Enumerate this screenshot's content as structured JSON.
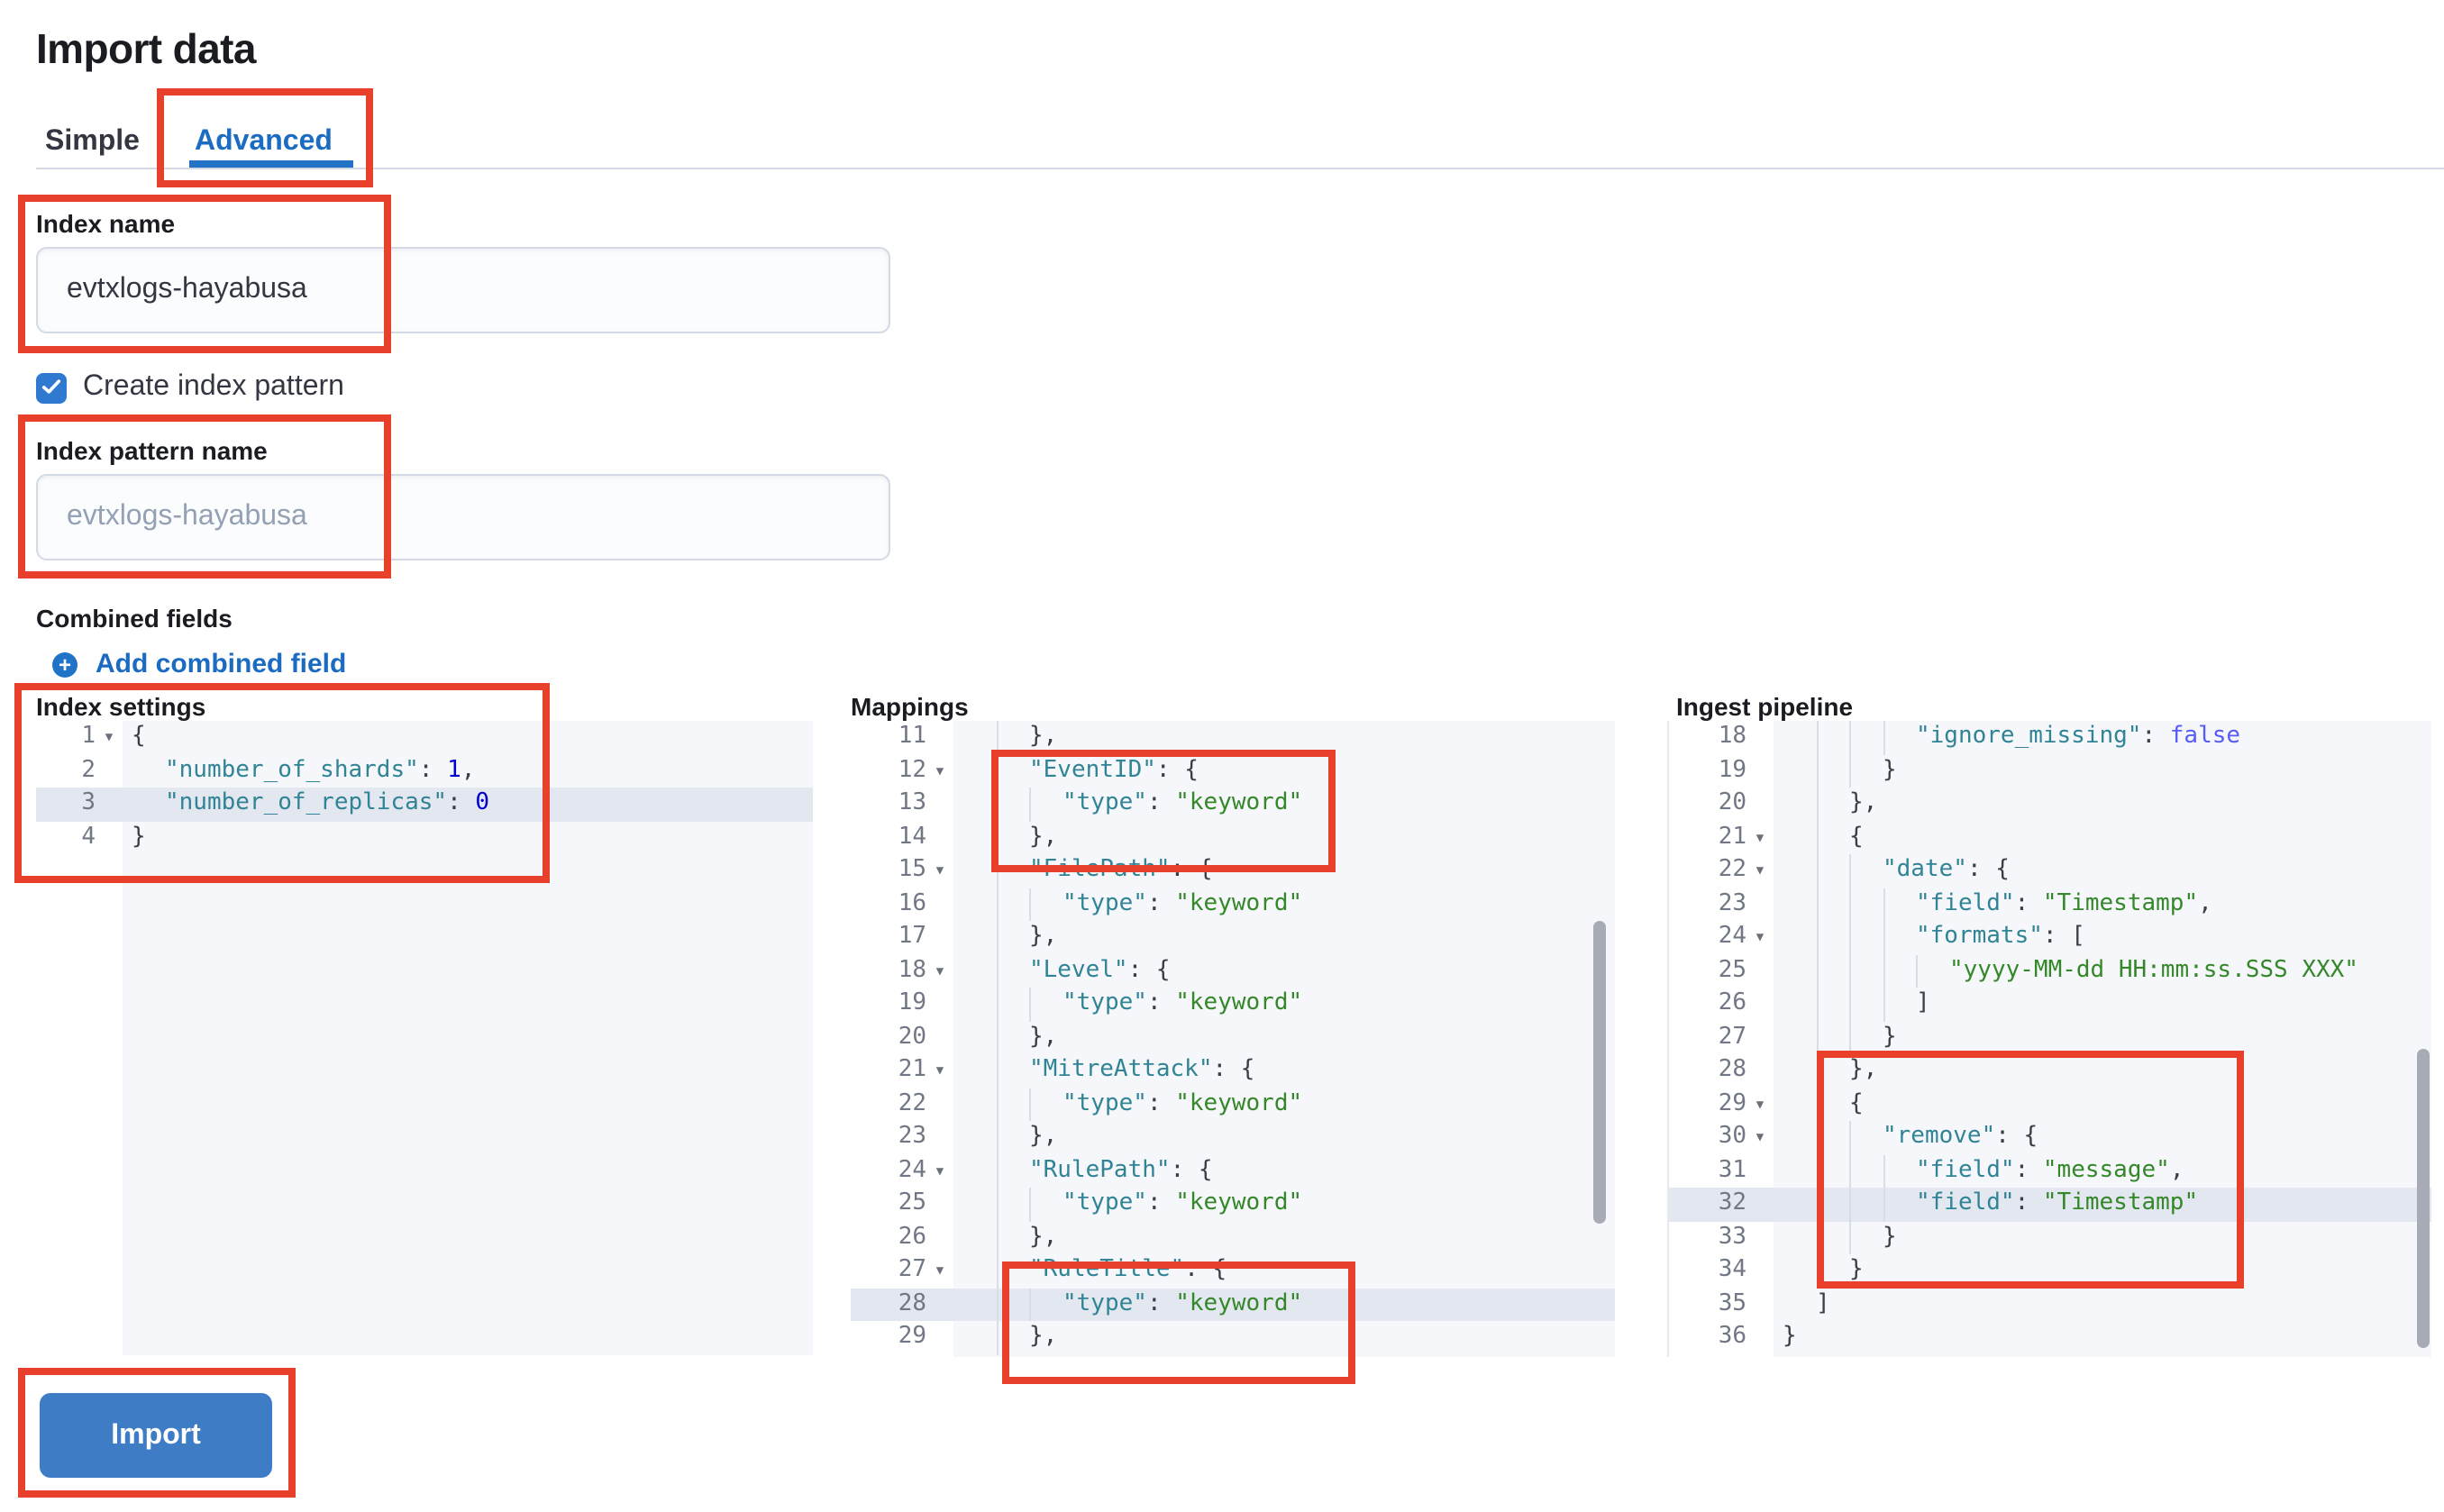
{
  "page": {
    "title": "Import data"
  },
  "tabs": [
    {
      "label": "Simple",
      "active": false
    },
    {
      "label": "Advanced",
      "active": true
    }
  ],
  "form": {
    "index_name": {
      "label": "Index name",
      "value": "evtxlogs-hayabusa"
    },
    "create_index_pattern": {
      "label": "Create index pattern",
      "checked": true
    },
    "index_pattern_name": {
      "label": "Index pattern name",
      "placeholder": "evtxlogs-hayabusa",
      "value": ""
    },
    "combined_fields": {
      "label": "Combined fields",
      "add_link_label": "Add combined field"
    }
  },
  "import_button": {
    "label": "Import"
  },
  "colors": {
    "accent_blue": "#1c6cc2",
    "button_blue": "#3e7dc6",
    "checkbox_blue": "#3079d0",
    "annotation_red": "#e8402b",
    "editor_bg": "#f5f7fa",
    "active_line_bg": "#e2e7f0",
    "syntax_key": "#318495",
    "syntax_string": "#35882a",
    "syntax_number": "#0000cd",
    "syntax_boolean": "#585cf6"
  },
  "icons": [
    "check-icon",
    "plus-icon",
    "fold-arrow-icon"
  ],
  "editors": [
    {
      "label": "Index settings",
      "lines": [
        {
          "n": "1",
          "fold": true,
          "ind": 0,
          "hl": false,
          "tok": [
            [
              "p",
              "{"
            ]
          ]
        },
        {
          "n": "2",
          "fold": false,
          "ind": 1,
          "hl": false,
          "tok": [
            [
              "k",
              "\"number_of_shards\""
            ],
            [
              "p",
              ": "
            ],
            [
              "n",
              "1"
            ],
            [
              "p",
              ","
            ]
          ]
        },
        {
          "n": "3",
          "fold": false,
          "ind": 1,
          "hl": true,
          "tok": [
            [
              "k",
              "\"number_of_replicas\""
            ],
            [
              "p",
              ": "
            ],
            [
              "n",
              "0"
            ]
          ]
        },
        {
          "n": "4",
          "fold": false,
          "ind": 0,
          "hl": false,
          "tok": [
            [
              "p",
              "}"
            ]
          ]
        }
      ]
    },
    {
      "label": "Mappings",
      "lines": [
        {
          "n": "11",
          "fold": false,
          "ind": 2,
          "hl": false,
          "tok": [
            [
              "p",
              "},"
            ]
          ]
        },
        {
          "n": "12",
          "fold": true,
          "ind": 2,
          "hl": false,
          "tok": [
            [
              "k",
              "\"EventID\""
            ],
            [
              "p",
              ": {"
            ]
          ]
        },
        {
          "n": "13",
          "fold": false,
          "ind": 3,
          "hl": false,
          "tok": [
            [
              "k",
              "\"type\""
            ],
            [
              "p",
              ": "
            ],
            [
              "s",
              "\"keyword\""
            ]
          ]
        },
        {
          "n": "14",
          "fold": false,
          "ind": 2,
          "hl": false,
          "tok": [
            [
              "p",
              "},"
            ]
          ]
        },
        {
          "n": "15",
          "fold": true,
          "ind": 2,
          "hl": false,
          "tok": [
            [
              "k",
              "\"FilePath\""
            ],
            [
              "p",
              ": {"
            ]
          ]
        },
        {
          "n": "16",
          "fold": false,
          "ind": 3,
          "hl": false,
          "tok": [
            [
              "k",
              "\"type\""
            ],
            [
              "p",
              ": "
            ],
            [
              "s",
              "\"keyword\""
            ]
          ]
        },
        {
          "n": "17",
          "fold": false,
          "ind": 2,
          "hl": false,
          "tok": [
            [
              "p",
              "},"
            ]
          ]
        },
        {
          "n": "18",
          "fold": true,
          "ind": 2,
          "hl": false,
          "tok": [
            [
              "k",
              "\"Level\""
            ],
            [
              "p",
              ": {"
            ]
          ]
        },
        {
          "n": "19",
          "fold": false,
          "ind": 3,
          "hl": false,
          "tok": [
            [
              "k",
              "\"type\""
            ],
            [
              "p",
              ": "
            ],
            [
              "s",
              "\"keyword\""
            ]
          ]
        },
        {
          "n": "20",
          "fold": false,
          "ind": 2,
          "hl": false,
          "tok": [
            [
              "p",
              "},"
            ]
          ]
        },
        {
          "n": "21",
          "fold": true,
          "ind": 2,
          "hl": false,
          "tok": [
            [
              "k",
              "\"MitreAttack\""
            ],
            [
              "p",
              ": {"
            ]
          ]
        },
        {
          "n": "22",
          "fold": false,
          "ind": 3,
          "hl": false,
          "tok": [
            [
              "k",
              "\"type\""
            ],
            [
              "p",
              ": "
            ],
            [
              "s",
              "\"keyword\""
            ]
          ]
        },
        {
          "n": "23",
          "fold": false,
          "ind": 2,
          "hl": false,
          "tok": [
            [
              "p",
              "},"
            ]
          ]
        },
        {
          "n": "24",
          "fold": true,
          "ind": 2,
          "hl": false,
          "tok": [
            [
              "k",
              "\"RulePath\""
            ],
            [
              "p",
              ": {"
            ]
          ]
        },
        {
          "n": "25",
          "fold": false,
          "ind": 3,
          "hl": false,
          "tok": [
            [
              "k",
              "\"type\""
            ],
            [
              "p",
              ": "
            ],
            [
              "s",
              "\"keyword\""
            ]
          ]
        },
        {
          "n": "26",
          "fold": false,
          "ind": 2,
          "hl": false,
          "tok": [
            [
              "p",
              "},"
            ]
          ]
        },
        {
          "n": "27",
          "fold": true,
          "ind": 2,
          "hl": false,
          "tok": [
            [
              "k",
              "\"RuleTitle\""
            ],
            [
              "p",
              ": {"
            ]
          ]
        },
        {
          "n": "28",
          "fold": false,
          "ind": 3,
          "hl": true,
          "tok": [
            [
              "k",
              "\"type\""
            ],
            [
              "p",
              ": "
            ],
            [
              "s",
              "\"keyword\""
            ]
          ]
        },
        {
          "n": "29",
          "fold": false,
          "ind": 2,
          "hl": false,
          "tok": [
            [
              "p",
              "},"
            ]
          ]
        }
      ]
    },
    {
      "label": "Ingest pipeline",
      "lines": [
        {
          "n": "18",
          "fold": false,
          "ind": 4,
          "hl": false,
          "tok": [
            [
              "k",
              "\"ignore_missing\""
            ],
            [
              "p",
              ": "
            ],
            [
              "b",
              "false"
            ]
          ]
        },
        {
          "n": "19",
          "fold": false,
          "ind": 3,
          "hl": false,
          "tok": [
            [
              "p",
              "}"
            ]
          ]
        },
        {
          "n": "20",
          "fold": false,
          "ind": 2,
          "hl": false,
          "tok": [
            [
              "p",
              "},"
            ]
          ]
        },
        {
          "n": "21",
          "fold": true,
          "ind": 2,
          "hl": false,
          "tok": [
            [
              "p",
              "{"
            ]
          ]
        },
        {
          "n": "22",
          "fold": true,
          "ind": 3,
          "hl": false,
          "tok": [
            [
              "k",
              "\"date\""
            ],
            [
              "p",
              ": {"
            ]
          ]
        },
        {
          "n": "23",
          "fold": false,
          "ind": 4,
          "hl": false,
          "tok": [
            [
              "k",
              "\"field\""
            ],
            [
              "p",
              ": "
            ],
            [
              "s",
              "\"Timestamp\""
            ],
            [
              "p",
              ","
            ]
          ]
        },
        {
          "n": "24",
          "fold": true,
          "ind": 4,
          "hl": false,
          "tok": [
            [
              "k",
              "\"formats\""
            ],
            [
              "p",
              ": ["
            ]
          ]
        },
        {
          "n": "25",
          "fold": false,
          "ind": 5,
          "hl": false,
          "tok": [
            [
              "s",
              "\"yyyy-MM-dd HH:mm:ss.SSS XXX\""
            ]
          ]
        },
        {
          "n": "26",
          "fold": false,
          "ind": 4,
          "hl": false,
          "tok": [
            [
              "p",
              "]"
            ]
          ]
        },
        {
          "n": "27",
          "fold": false,
          "ind": 3,
          "hl": false,
          "tok": [
            [
              "p",
              "}"
            ]
          ]
        },
        {
          "n": "28",
          "fold": false,
          "ind": 2,
          "hl": false,
          "tok": [
            [
              "p",
              "},"
            ]
          ]
        },
        {
          "n": "29",
          "fold": true,
          "ind": 2,
          "hl": false,
          "tok": [
            [
              "p",
              "{"
            ]
          ]
        },
        {
          "n": "30",
          "fold": true,
          "ind": 3,
          "hl": false,
          "tok": [
            [
              "k",
              "\"remove\""
            ],
            [
              "p",
              ": {"
            ]
          ]
        },
        {
          "n": "31",
          "fold": false,
          "ind": 4,
          "hl": false,
          "tok": [
            [
              "k",
              "\"field\""
            ],
            [
              "p",
              ": "
            ],
            [
              "s",
              "\"message\""
            ],
            [
              "p",
              ","
            ]
          ]
        },
        {
          "n": "32",
          "fold": false,
          "ind": 4,
          "hl": true,
          "tok": [
            [
              "k",
              "\"field\""
            ],
            [
              "p",
              ": "
            ],
            [
              "s",
              "\"Timestamp\""
            ]
          ]
        },
        {
          "n": "33",
          "fold": false,
          "ind": 3,
          "hl": false,
          "tok": [
            [
              "p",
              "}"
            ]
          ]
        },
        {
          "n": "34",
          "fold": false,
          "ind": 2,
          "hl": false,
          "tok": [
            [
              "p",
              "}"
            ]
          ]
        },
        {
          "n": "35",
          "fold": false,
          "ind": 1,
          "hl": false,
          "tok": [
            [
              "p",
              "]"
            ]
          ]
        },
        {
          "n": "36",
          "fold": false,
          "ind": 0,
          "hl": false,
          "tok": [
            [
              "p",
              "}"
            ]
          ]
        }
      ]
    }
  ]
}
